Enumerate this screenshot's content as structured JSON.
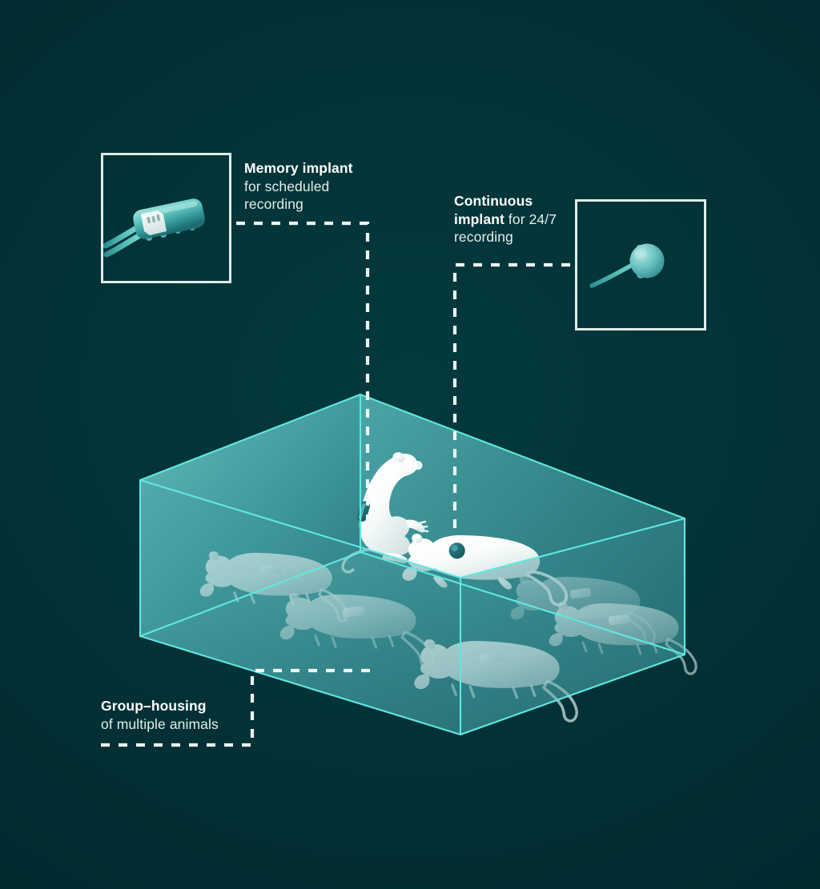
{
  "figure": {
    "title": "Group-housed rodent implant recording diagram",
    "background_color": "#023236",
    "accent_color": "#5fe8e0",
    "label_color": "#eef6f5"
  },
  "callouts": [
    {
      "id": "memory-implant",
      "bold": "Memory implant",
      "rest": "for scheduled\nrecording",
      "inset_icon": "memory-implant-device-icon"
    },
    {
      "id": "continuous-implant",
      "bold": "Continuous\nimplant",
      "rest": " for 24/7\nrecording",
      "inset_icon": "continuous-implant-device-icon"
    },
    {
      "id": "group-housing",
      "bold": "Group–housing",
      "rest": "of multiple animals",
      "inset_icon": null
    }
  ],
  "cage": {
    "name": "isometric-glass-cage",
    "edge_color": "#5fe8e0",
    "panel_color": "#2f7e84",
    "animal_count": 7,
    "implant_types": [
      "capsule",
      "sphere"
    ]
  },
  "animals": [
    {
      "id": "rat-standing",
      "pose": "rearing",
      "implant": "capsule"
    },
    {
      "id": "rat-right-front",
      "pose": "standing",
      "implant": "sphere"
    },
    {
      "id": "rat-left-back",
      "pose": "walking",
      "implant": "capsule"
    },
    {
      "id": "rat-center-mid",
      "pose": "walking",
      "implant": "capsule"
    },
    {
      "id": "rat-center-low",
      "pose": "walking",
      "implant": "capsule"
    },
    {
      "id": "rat-right-back",
      "pose": "walking",
      "implant": "capsule"
    },
    {
      "id": "rat-far-right",
      "pose": "walking",
      "implant": "capsule"
    }
  ]
}
